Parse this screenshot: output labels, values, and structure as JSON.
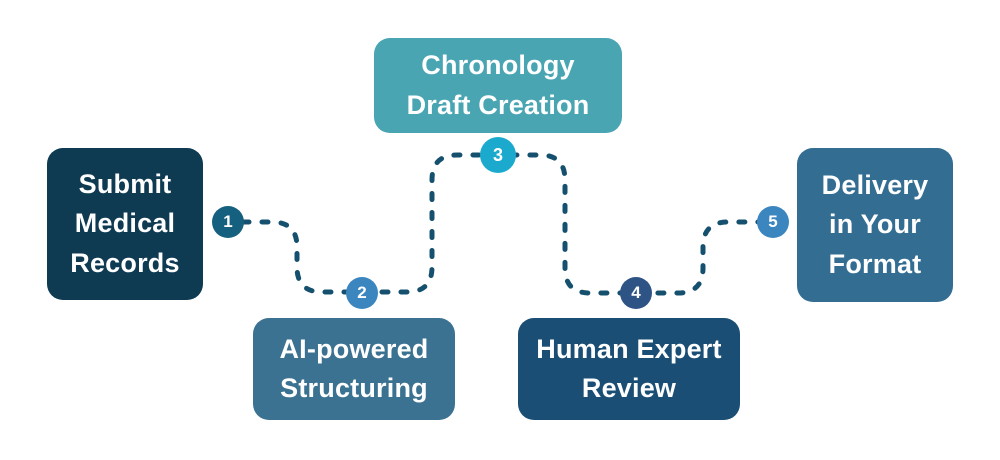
{
  "figure": {
    "background_color": "#ffffff",
    "connector": {
      "color": "#15516e",
      "style": "dashed"
    },
    "steps": [
      {
        "number": "1",
        "label": "Submit Medical Records",
        "label_lines": [
          "Submit",
          "Medical",
          "Records"
        ],
        "box_color": "#0e3a52",
        "circle_color": "#15607e",
        "text_color": "#ffffff"
      },
      {
        "number": "2",
        "label": "AI-powered Structuring",
        "label_lines": [
          "AI-powered",
          "Structuring"
        ],
        "box_color": "#3b7191",
        "circle_color": "#3c86c0",
        "text_color": "#ffffff"
      },
      {
        "number": "3",
        "label": "Chronology Draft Creation",
        "label_lines": [
          "Chronology",
          "Draft Creation"
        ],
        "box_color": "#4aa5b3",
        "circle_color": "#1baacd",
        "text_color": "#ffffff"
      },
      {
        "number": "4",
        "label": "Human Expert Review",
        "label_lines": [
          "Human Expert",
          "Review"
        ],
        "box_color": "#1a4e74",
        "circle_color": "#2e5485",
        "text_color": "#ffffff"
      },
      {
        "number": "5",
        "label": "Delivery in Your Format",
        "label_lines": [
          "Delivery",
          "in Your",
          "Format"
        ],
        "box_color": "#336e92",
        "circle_color": "#3c86c0",
        "text_color": "#ffffff"
      }
    ]
  }
}
